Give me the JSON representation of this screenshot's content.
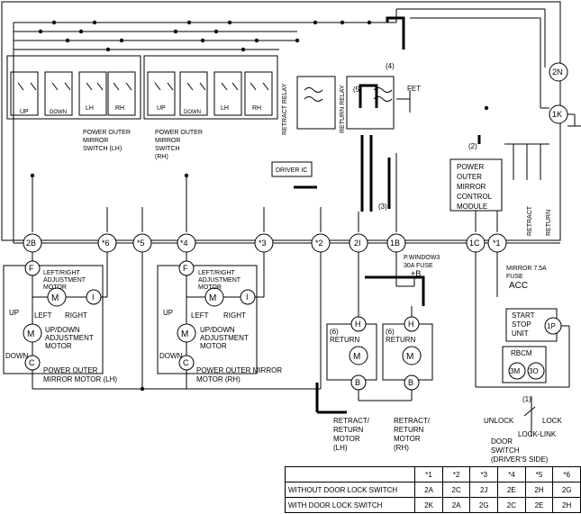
{
  "connectors": {
    "c2n": "2N",
    "c1k": "1K",
    "c2b": "2B",
    "c6": "*6",
    "c5": "*5",
    "c4": "*4",
    "c3": "*3",
    "c2": "*2",
    "c2i": "2I",
    "c1b": "1B",
    "c1c": "1C",
    "c1": "*1",
    "f_lh": "F",
    "i_lh": "I",
    "c_lh": "C",
    "f_rh": "F",
    "i_rh": "I",
    "c_rh": "C",
    "h_lh": "H",
    "b_lh": "B",
    "h_rh": "H",
    "b_rh": "B",
    "c1p": "1P",
    "c3m": "3M",
    "c3o": "3O",
    "m": "M"
  },
  "switch_lh": {
    "up": "UP",
    "down": "DOWN",
    "lh": "LH",
    "rh": "RH",
    "label": [
      "POWER OUTER",
      "MIRROR",
      "SWITCH (LH)"
    ]
  },
  "switch_rh": {
    "up": "UP",
    "down": "DOWN",
    "lh": "LH",
    "rh": "RH",
    "label": [
      "POWER OUTER",
      "MIRROR",
      "SWITCH",
      "(RH)"
    ]
  },
  "relays": {
    "retract": "RETRACT RELAY",
    "return": "RETURN RELAY",
    "fet": "FET",
    "driver": "DRIVER IC"
  },
  "steps": {
    "s1": "(1)",
    "s2": "(2)",
    "s3": "(3)",
    "s4": "(4)",
    "s5": "(5)",
    "s6a": "(6)",
    "s6b": "(6)"
  },
  "module": [
    "POWER",
    "OUTER",
    "MIRROR",
    "CONTROL",
    "MODULE"
  ],
  "module_switches": {
    "retract": "RETRACT",
    "return": "RETURN"
  },
  "fuse_window": [
    "P.WINDOW3",
    "30A FUSE"
  ],
  "fuse_mirror": [
    "MIRROR 7.5A",
    "FUSE"
  ],
  "plus_b": "+B",
  "acc": "ACC",
  "motor_lh": {
    "lr_motor": [
      "LEFT/RIGHT",
      "ADJUSTMENT",
      "MOTOR"
    ],
    "left": "LEFT",
    "right": "RIGHT",
    "up": "UP",
    "down": "DOWN",
    "ud_motor": [
      "UP/DOWN",
      "ADJUSTMENT",
      "MOTOR"
    ],
    "caption": [
      "POWER OUTER",
      "MIRROR MOTOR (LH)"
    ]
  },
  "motor_rh": {
    "lr_motor": [
      "LEFT/RIGHT",
      "ADJUSTMENT",
      "MOTOR"
    ],
    "left": "LEFT",
    "right": "RIGHT",
    "up": "UP",
    "down": "DOWN",
    "ud_motor": [
      "UP/DOWN",
      "ADJUSTMENT",
      "MOTOR"
    ],
    "caption": [
      "POWER OUTER MIRROR",
      "MOTOR (RH)"
    ]
  },
  "retract_motor_lh": {
    "return": "RETURN",
    "caption": [
      "RETRACT/",
      "RETURN",
      "MOTOR",
      "(LH)"
    ]
  },
  "retract_motor_rh": {
    "return": "RETURN",
    "caption": [
      "RETRACT/",
      "RETURN",
      "MOTOR",
      "(RH)"
    ]
  },
  "start_stop": [
    "START",
    "STOP",
    "UNIT"
  ],
  "rbcm": "RBCM",
  "door_switch": {
    "unlock": "UNLOCK",
    "lock": "LOCK",
    "lock_link": "LOCK-LINK",
    "caption": [
      "DOOR",
      "SWITCH",
      "(DRIVER'S SIDE)"
    ]
  },
  "table": {
    "headers": [
      "*1",
      "*2",
      "*3",
      "*4",
      "*5",
      "*6"
    ],
    "rows": [
      {
        "label": "WITHOUT DOOR LOCK SWITCH",
        "values": [
          "2A",
          "2C",
          "2J",
          "2E",
          "2H",
          "2G"
        ]
      },
      {
        "label": "WITH DOOR LOCK SWITCH",
        "values": [
          "2K",
          "2A",
          "2G",
          "2C",
          "2E",
          "2H"
        ]
      }
    ]
  }
}
